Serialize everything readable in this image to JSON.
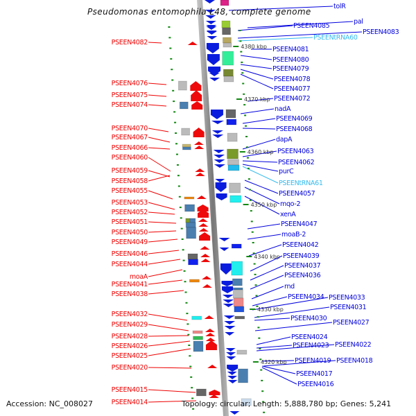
{
  "title": "Pseudomonas entomophila L48, complete genome",
  "footer": {
    "accession": "Accession: NC_008027",
    "topology": "Topology: circular; Length: 5,888,780 bp; Genes: 5,241"
  },
  "colors": {
    "left_label": "#ee0000",
    "right_label": "#0000dd",
    "trna_label": "#33bbee",
    "backbone": "#888888",
    "tick": "#118811"
  },
  "scale_ticks": [
    "4380 kbp",
    "4370 kbp",
    "4360 kbp",
    "4350 kbp",
    "4340 kbp",
    "4330 kbp",
    "4320 kbp"
  ],
  "left_labels": [
    "PSEEN4082",
    "PSEEN4076",
    "PSEEN4075",
    "PSEEN4074",
    "PSEEN4070",
    "PSEEN4067",
    "PSEEN4066",
    "PSEEN4060",
    "PSEEN4059",
    "PSEEN4058",
    "PSEEN4055",
    "PSEEN4053",
    "PSEEN4052",
    "PSEEN4051",
    "PSEEN4050",
    "PSEEN4049",
    "PSEEN4046",
    "PSEEN4044",
    "moaA",
    "PSEEN4041",
    "PSEEN4038",
    "PSEEN4032",
    "PSEEN4029",
    "PSEEN4028",
    "PSEEN4026",
    "PSEEN4025",
    "PSEEN4020",
    "PSEEN4015",
    "PSEEN4014"
  ],
  "right_labels": [
    "tolR",
    "pal",
    "PSEEN4085",
    "PSEEN4083",
    "PSEENtRNA60",
    "PSEEN4081",
    "PSEEN4080",
    "PSEEN4079",
    "PSEEN4078",
    "PSEEN4077",
    "PSEEN4072",
    "nadA",
    "PSEEN4069",
    "PSEEN4068",
    "dapA",
    "PSEEN4063",
    "PSEEN4062",
    "purC",
    "PSEENtRNA61",
    "PSEEN4057",
    "mqo-2",
    "xenA",
    "PSEEN4047",
    "moaB-2",
    "PSEEN4042",
    "PSEEN4039",
    "PSEEN4037",
    "PSEEN4036",
    "rnd",
    "PSEEN4034",
    "PSEEN4033",
    "PSEEN4031",
    "PSEEN4030",
    "PSEEN4027",
    "PSEEN4024",
    "PSEEN4023",
    "PSEEN4022",
    "PSEEN4019",
    "PSEEN4018",
    "PSEEN4017",
    "PSEEN4016"
  ]
}
